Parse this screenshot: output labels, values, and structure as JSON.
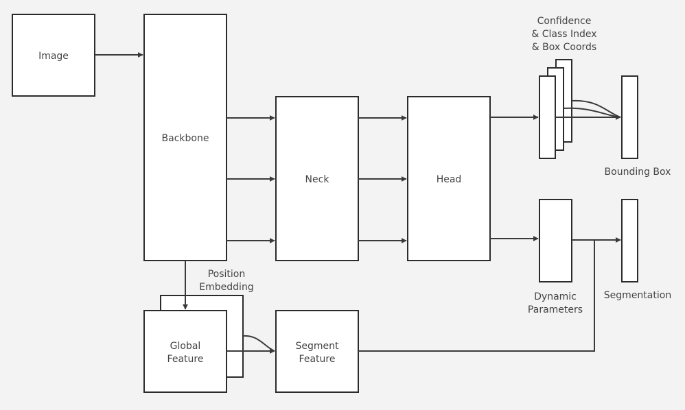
{
  "nodes": {
    "image": "Image",
    "backbone": "Backbone",
    "neck": "Neck",
    "head": "Head",
    "global_feature": [
      "Global",
      "Feature"
    ],
    "segment_feature": [
      "Segment",
      "Feature"
    ]
  },
  "annotations": {
    "position_embedding": [
      "Position",
      "Embedding"
    ],
    "confidence": [
      "Confidence",
      "& Class Index",
      "& Box Coords"
    ],
    "dynamic_parameters": [
      "Dynamic",
      "Parameters"
    ]
  },
  "outputs": {
    "bounding_box": "Bounding Box",
    "segmentation": "Segmentation"
  },
  "colors": {
    "background": "#f3f3f3",
    "stroke": "#2b2b2b",
    "text": "#444444"
  }
}
